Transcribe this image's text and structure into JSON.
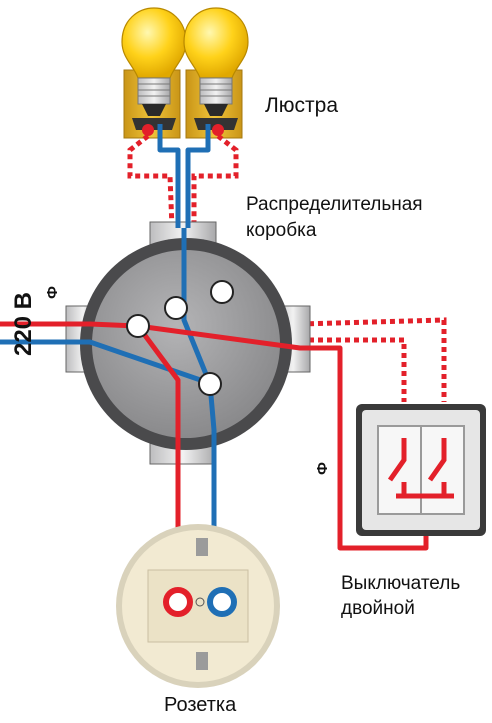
{
  "labels": {
    "chandelier": "Люстра",
    "junction_box_line1": "Распределительная",
    "junction_box_line2": "коробка",
    "voltage": "220 В",
    "phase_left": "Ф",
    "phase_right": "Ф",
    "switch_line1": "Выключатель",
    "switch_line2": "двойной",
    "socket": "Розетка"
  },
  "colors": {
    "phase_wire": "#e3202a",
    "neutral_wire": "#1f6fb5",
    "bulb_glass": "#ffd21a",
    "bulb_holder": "#d9a81e",
    "box_body": "#8c8c8e",
    "box_ring": "#4a4a4c",
    "switch_frame": "#e6e6e6",
    "socket_body": "#f2ead2"
  }
}
